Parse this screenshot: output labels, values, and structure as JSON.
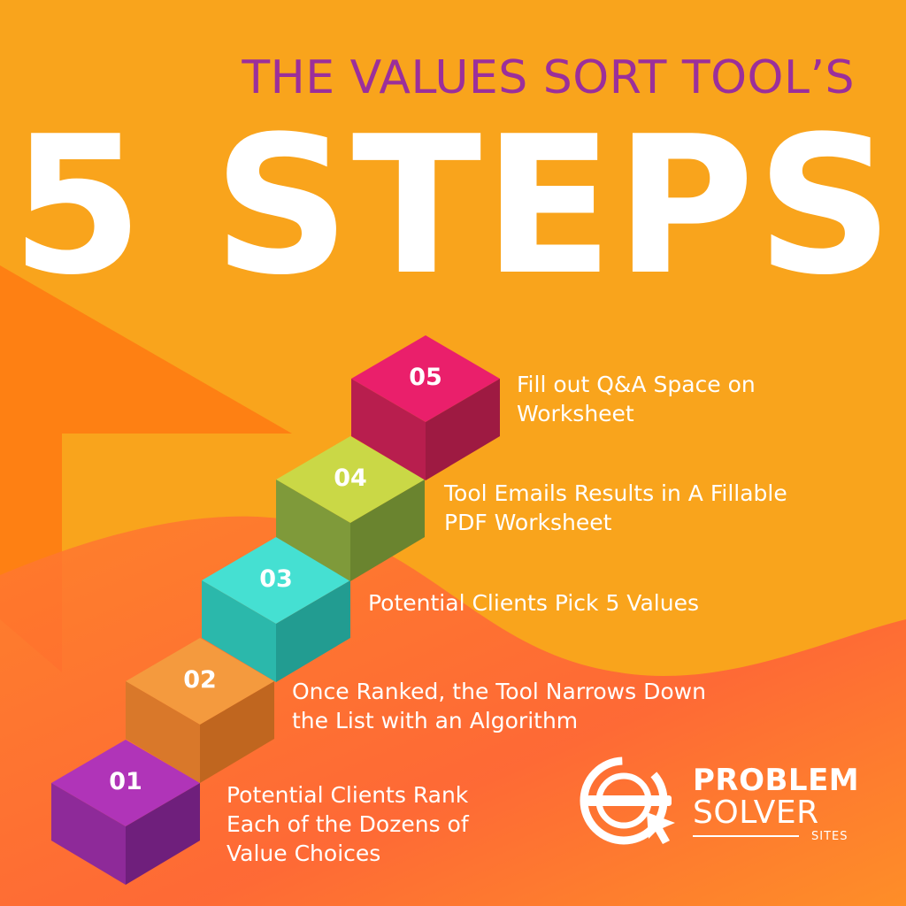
{
  "header": {
    "subtitle": "THE VALUES SORT TOOL’S",
    "title": "5 STEPS"
  },
  "steps": [
    {
      "number": "01",
      "lines": [
        "Potential Clients Rank",
        "Each of the Dozens of",
        "Value Choices"
      ]
    },
    {
      "number": "02",
      "lines": [
        "Once Ranked, the Tool Narrows Down",
        "the List with an Algorithm"
      ]
    },
    {
      "number": "03",
      "lines": [
        "Potential Clients Pick 5 Values"
      ]
    },
    {
      "number": "04",
      "lines": [
        "Tool Emails Results in A Fillable",
        "PDF Worksheet"
      ]
    },
    {
      "number": "05",
      "lines": [
        "Fill out Q&A Space on",
        "Worksheet"
      ]
    }
  ],
  "logo": {
    "word1": "PROBLEM",
    "word2": "SOLVER",
    "word3": "SITES"
  },
  "colors": {
    "background": "#f9a41c",
    "subtitle": "#9b2f9b",
    "step01": "#9b2fa8",
    "step02": "#f08a2a",
    "step03": "#3fd1c4",
    "step04": "#c3d03e",
    "step05": "#e8206a"
  }
}
